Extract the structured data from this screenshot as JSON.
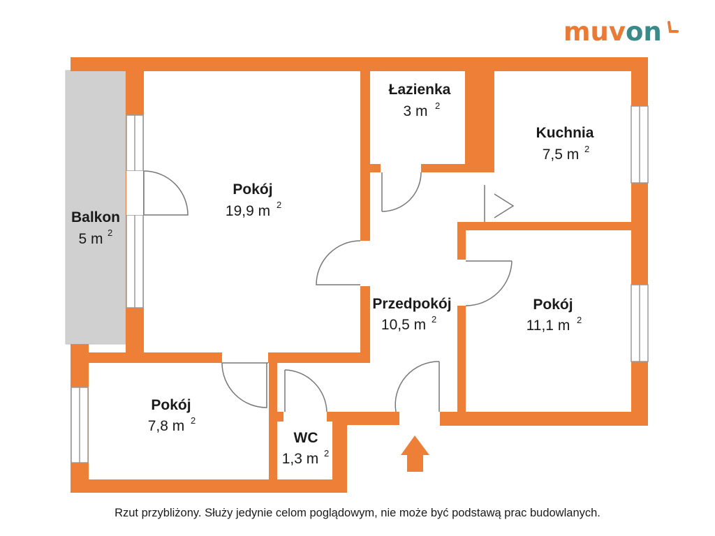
{
  "brand": {
    "name": "muvon",
    "colors": {
      "teal": "#3b8a8a",
      "orange": "#e87b35"
    }
  },
  "colors": {
    "wall": "#ee7f37",
    "balcony": "#d0d0d0",
    "window_frame": "#9a9a9a",
    "door_line": "#777777",
    "text": "#1a1a1a"
  },
  "rooms": {
    "lazienka": {
      "name": "Łazienka",
      "area": "3 m",
      "sup": "2"
    },
    "kuchnia": {
      "name": "Kuchnia",
      "area": "7,5 m",
      "sup": "2"
    },
    "pokoj_large": {
      "name": "Pokój",
      "area": "19,9 m",
      "sup": "2"
    },
    "balkon": {
      "name": "Balkon",
      "area": "5 m",
      "sup": "2"
    },
    "przedpokoj": {
      "name": "Przedpokój",
      "area": "10,5 m",
      "sup": "2"
    },
    "pokoj_right": {
      "name": "Pokój",
      "area": "11,1 m",
      "sup": "2"
    },
    "pokoj_small": {
      "name": "Pokój",
      "area": "7,8 m",
      "sup": "2"
    },
    "wc": {
      "name": "WC",
      "area": "1,3 m",
      "sup": "2"
    }
  },
  "entrance_icon": "arrow-up-icon",
  "disclaimer": "Rzut przybliżony. Służy jedynie celom poglądowym, nie może być podstawą prac budowlanych."
}
